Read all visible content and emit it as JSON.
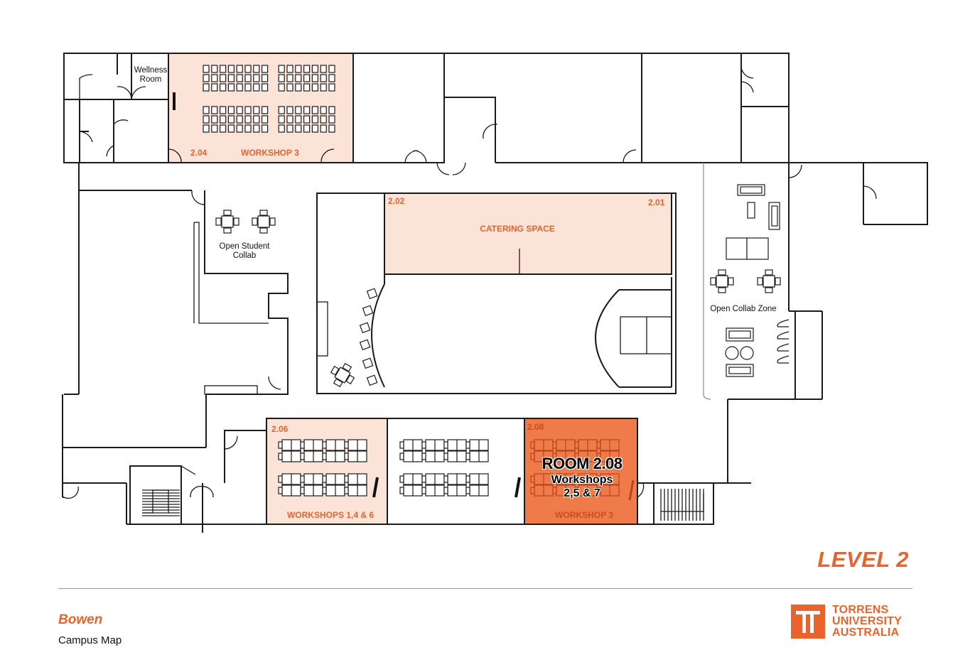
{
  "level": "LEVEL 2",
  "campus": "Bowen",
  "subtitle": "Campus Map",
  "brand": {
    "line1": "TORRENS",
    "line2": "UNIVERSITY",
    "line3": "AUSTRALIA",
    "color": "#e8642c"
  },
  "rooms": {
    "r204_num": "2.04",
    "r204_name": "WORKSHOP 3",
    "r202_num": "2.02",
    "r201_num": "2.01",
    "catering": "CATERING SPACE",
    "r206_num": "2.06",
    "r206_name": "WORKSHOPS 1,4 & 6",
    "r208_num": "2.08",
    "r208_name": "WORKSHOP 3"
  },
  "labels": {
    "wellness_1": "Wellness",
    "wellness_2": "Room",
    "collab_1": "Open Student",
    "collab_2": "Collab",
    "collab_zone": "Open Collab Zone"
  },
  "callout": {
    "title": "ROOM 2.08",
    "line1": "Workshops",
    "line2": "2,5 & 7"
  },
  "colors": {
    "room_light": "#fbe3d8",
    "room_highlight": "#ef7a4a",
    "accent": "#e8642c"
  }
}
